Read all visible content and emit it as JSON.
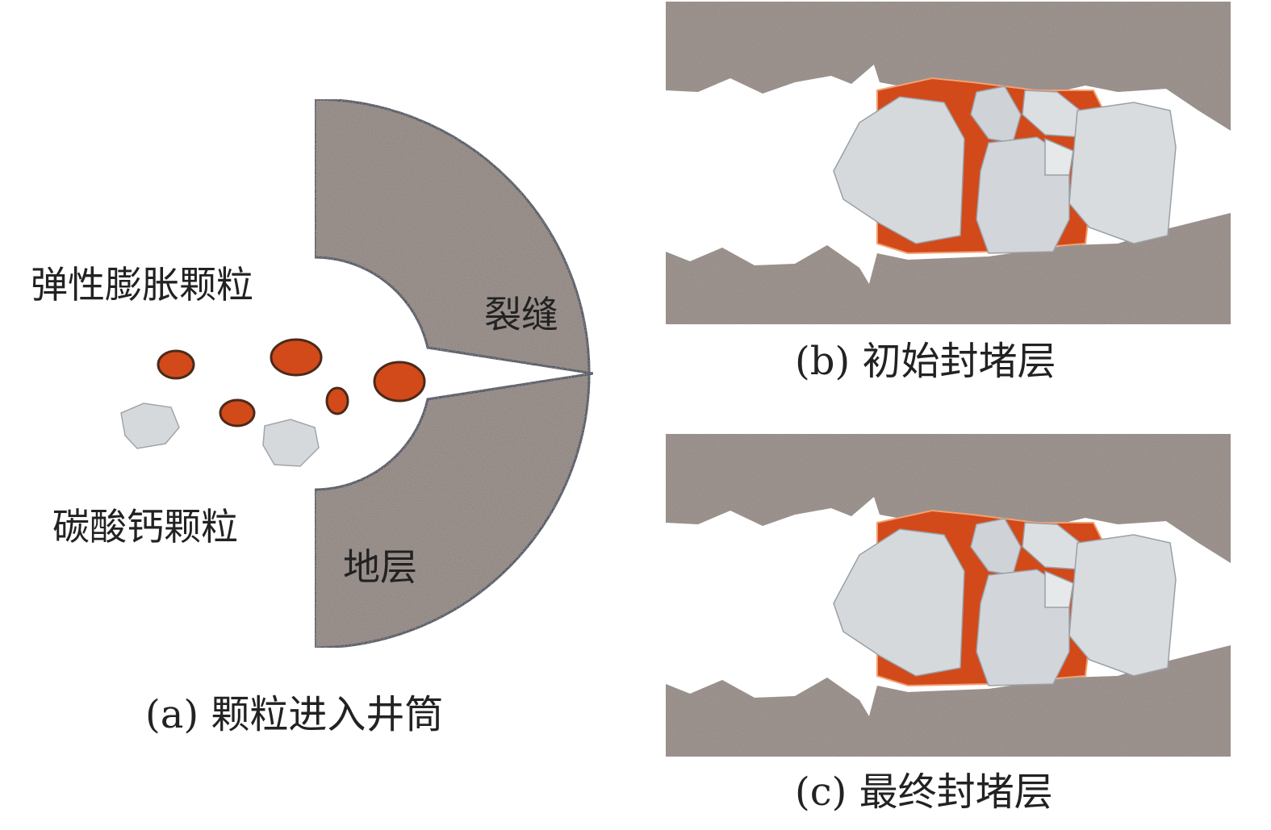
{
  "labels": {
    "elastic_particles": "弹性膨胀颗粒",
    "fracture": "裂缝",
    "caco3_particles": "碳酸钙颗粒",
    "formation": "地层"
  },
  "captions": {
    "a": "(a) 颗粒进入井筒",
    "b": "(b) 初始封堵层",
    "c": "(c) 最终封堵层"
  },
  "colors": {
    "rock": "#8f8580",
    "elastic": "#d2491a",
    "caco3": "#d9dcdf",
    "outline": "#3c4a5c"
  }
}
